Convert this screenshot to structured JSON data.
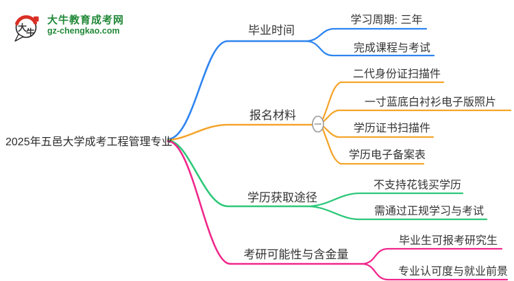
{
  "logo": {
    "icon_char1": "大",
    "icon_char2": "牛",
    "title": "大牛教育成考网",
    "subtitle": "gz-chengkao.com"
  },
  "root": {
    "label": "2025年五邑大学成考工程管理专业"
  },
  "branches": [
    {
      "label": "毕业时间",
      "color": "#2d84f0",
      "children": [
        {
          "label": "学习周期: 三年"
        },
        {
          "label": "完成课程与考试"
        }
      ]
    },
    {
      "label": "报名材料",
      "color": "#f5a42a",
      "collapse_button": "minus",
      "children": [
        {
          "label": "二代身份证扫描件"
        },
        {
          "label": "一寸蓝底白衬衫电子版照片"
        },
        {
          "label": "学历证书扫描件"
        },
        {
          "label": "学历电子备案表"
        }
      ]
    },
    {
      "label": "学历获取途径",
      "color": "#2bc878",
      "children": [
        {
          "label": "不支持花钱买学历"
        },
        {
          "label": "需通过正规学习与考试"
        }
      ]
    },
    {
      "label": "考研可能性与含金量",
      "color": "#f0268b",
      "children": [
        {
          "label": "毕业生可报考研究生"
        },
        {
          "label": "专业认可度与就业前景"
        }
      ]
    }
  ],
  "colors": {
    "blue": "#2d84f0",
    "orange": "#f5a42a",
    "green": "#2bc878",
    "pink": "#f0268b",
    "text": "#333333",
    "collapse_stroke": "#999999",
    "logo_green": "#218838",
    "logo_red": "#d93025"
  }
}
